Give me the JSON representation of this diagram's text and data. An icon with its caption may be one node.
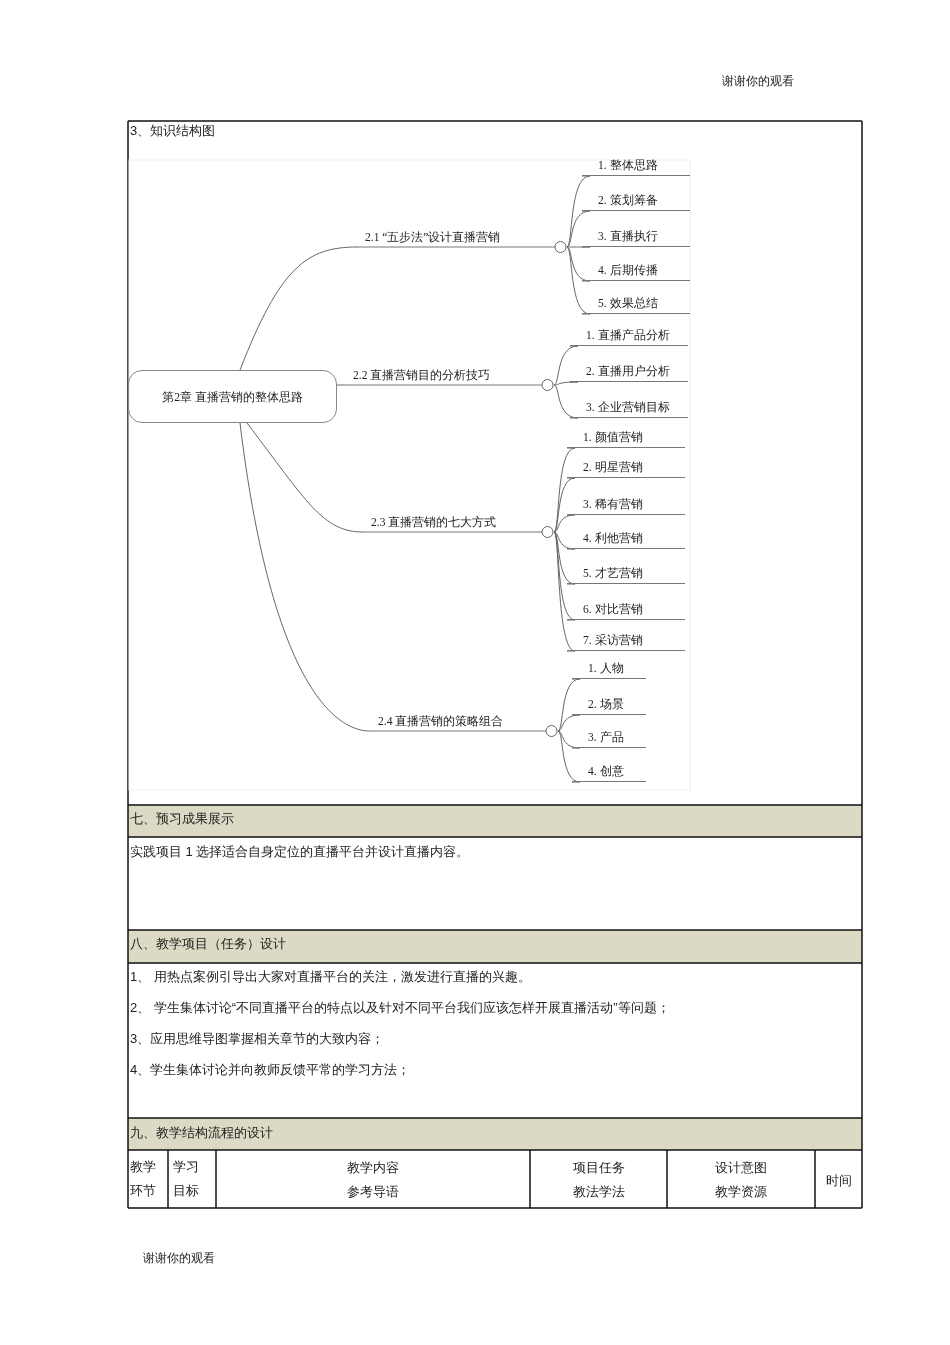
{
  "diagram": {
    "nodes": [
      {
        "text": [
          "第2章 直播营销的整体思路"
        ]
      },
      {
        "text": [
          "2.1 “五步法”设计直播营销"
        ]
      },
      {
        "text": [
          "1. 整体思路"
        ]
      },
      {
        "text": [
          "2. 策划筹备"
        ]
      },
      {
        "text": [
          "3. 直播执行"
        ]
      },
      {
        "text": [
          "4. 后期传播"
        ]
      },
      {
        "text": [
          "5. 效果总结"
        ]
      },
      {
        "text": [
          "2.2 直播营销目的分析技巧"
        ]
      },
      {
        "text": [
          "1. 直播产品分析"
        ]
      },
      {
        "text": [
          "2. 直播用户分析"
        ]
      },
      {
        "text": [
          "3. 企业营销目标"
        ]
      },
      {
        "text": [
          "2.3 直播营销的七大方式"
        ]
      },
      {
        "text": [
          "1. 颜值营销"
        ]
      },
      {
        "text": [
          "2. 明星营销"
        ]
      },
      {
        "text": [
          "3. 稀有营销"
        ]
      },
      {
        "text": [
          "4. 利他营销"
        ]
      },
      {
        "text": [
          "5. 才艺营销"
        ]
      },
      {
        "text": [
          "6. 对比营销"
        ]
      },
      {
        "text": [
          "7. 采访营销"
        ]
      },
      {
        "text": [
          "2.4 直播营销的策略组合"
        ]
      },
      {
        "text": [
          "1. 人物"
        ]
      },
      {
        "text": [
          "2. 场景"
        ]
      },
      {
        "text": [
          "3. 产品"
        ]
      },
      {
        "text": [
          "4. 创意"
        ]
      }
    ],
    "edges": [
      {
        "from": 0,
        "to": 1,
        "arrow": "none"
      },
      {
        "from": 0,
        "to": 7,
        "arrow": "none"
      },
      {
        "from": 0,
        "to": 11,
        "arrow": "none"
      },
      {
        "from": 0,
        "to": 19,
        "arrow": "none"
      },
      {
        "from": 1,
        "to": 2,
        "arrow": "none"
      },
      {
        "from": 1,
        "to": 3,
        "arrow": "none"
      },
      {
        "from": 1,
        "to": 4,
        "arrow": "none"
      },
      {
        "from": 1,
        "to": 5,
        "arrow": "none"
      },
      {
        "from": 1,
        "to": 6,
        "arrow": "none"
      },
      {
        "from": 7,
        "to": 8,
        "arrow": "none"
      },
      {
        "from": 7,
        "to": 9,
        "arrow": "none"
      },
      {
        "from": 7,
        "to": 10,
        "arrow": "none"
      },
      {
        "from": 11,
        "to": 12,
        "arrow": "none"
      },
      {
        "from": 11,
        "to": 13,
        "arrow": "none"
      },
      {
        "from": 11,
        "to": 14,
        "arrow": "none"
      },
      {
        "from": 11,
        "to": 15,
        "arrow": "none"
      },
      {
        "from": 11,
        "to": 16,
        "arrow": "none"
      },
      {
        "from": 11,
        "to": 17,
        "arrow": "none"
      },
      {
        "from": 11,
        "to": 18,
        "arrow": "none"
      },
      {
        "from": 19,
        "to": 20,
        "arrow": "none"
      },
      {
        "from": 19,
        "to": 21,
        "arrow": "none"
      },
      {
        "from": 19,
        "to": 22,
        "arrow": "none"
      },
      {
        "from": 19,
        "to": 23,
        "arrow": "none"
      }
    ],
    "labels": [
      "谢谢你的观看",
      "3、知识结构图",
      "七、预习成果展示",
      "实践项目 1 选择适合自身定位的直播平台并设计直播内容。",
      "八、教学项目（任务）设计",
      "1、 用热点案例引导出大家对直播平台的关注，激发进行直播的兴趣。",
      "2、 学生集体讨论“不同直播平台的特点以及针对不同平台我们应该怎样开展直播活动”等问题；",
      "3、应用思维导图掌握相关章节的大致内容；",
      "4、学生集体讨论并向教师反馈平常的学习方法；",
      "九、教学结构流程的设计",
      "教学环节",
      "学习目标",
      "教学内容",
      "参考导语",
      "项目任务",
      "教法学法",
      "设计意图",
      "教学资源",
      "时间",
      "谢谢你的观看"
    ]
  }
}
